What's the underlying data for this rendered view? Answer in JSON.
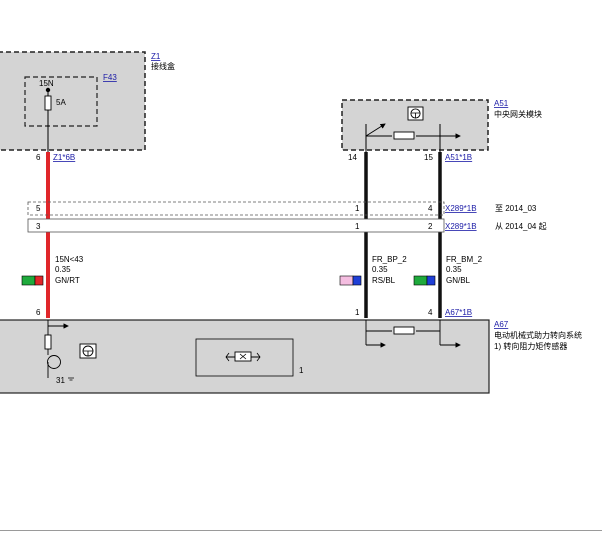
{
  "components": {
    "z1": {
      "id": "Z1",
      "name": "接线盒"
    },
    "f43": {
      "id": "F43",
      "wire": "15N",
      "rating": "5A"
    },
    "a51": {
      "id": "A51",
      "name": "中央网关模块"
    },
    "a67": {
      "id": "A67",
      "name": "电动机械式助力转向系统",
      "note": "1)   转向阻力矩传感器",
      "ground_pin": "31",
      "sensor_ref": "1"
    }
  },
  "connectors": {
    "z1_6b": {
      "ref": "Z1*6B",
      "pin": "6"
    },
    "a51_1b": {
      "ref": "A51*1B",
      "pin_left": "14",
      "pin_right": "15"
    },
    "x289_a": {
      "ref": "X289*1B",
      "pin_left": "5",
      "pin_mid": "1",
      "pin_right": "4",
      "note": "至 2014_03"
    },
    "x289_b": {
      "ref": "X289*1B",
      "pin_left": "3",
      "pin_mid": "1",
      "pin_right": "2",
      "note": "从 2014_04 起"
    },
    "a67_1b": {
      "ref": "A67*1B",
      "pin_left": "6",
      "pin_mid": "1",
      "pin_right": "4"
    }
  },
  "wires": [
    {
      "signal": "15N<43",
      "size": "0.35",
      "color_code": "GN/RT",
      "colors": [
        "#1faa3c",
        "#e0262a"
      ]
    },
    {
      "signal": "FR_BP_2",
      "size": "0.35",
      "color_code": "RS/BL",
      "colors": [
        "#f4bde0",
        "#1f3fd6"
      ]
    },
    {
      "signal": "FR_BM_2",
      "size": "0.35",
      "color_code": "GN/BL",
      "colors": [
        "#1faa3c",
        "#1f3fd6"
      ]
    }
  ],
  "colors": {
    "power_wire": "#e0262a",
    "signal_wire": "#111111",
    "module_fill": "#d4d4d4",
    "link": "#1a1aa6"
  }
}
